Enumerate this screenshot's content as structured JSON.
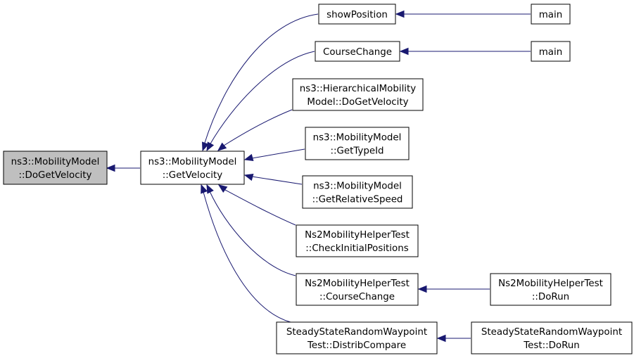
{
  "diagram": {
    "nodes": [
      {
        "id": "n_dogetvelocity",
        "lines": [
          "ns3::MobilityModel",
          "::DoGetVelocity"
        ],
        "current": true
      },
      {
        "id": "n_getvelocity",
        "lines": [
          "ns3::MobilityModel",
          "::GetVelocity"
        ]
      },
      {
        "id": "n_showposition",
        "lines": [
          "showPosition"
        ]
      },
      {
        "id": "n_main1",
        "lines": [
          "main"
        ]
      },
      {
        "id": "n_coursechange",
        "lines": [
          "CourseChange"
        ]
      },
      {
        "id": "n_main2",
        "lines": [
          "main"
        ]
      },
      {
        "id": "n_hier",
        "lines": [
          "ns3::HierarchicalMobility",
          "Model::DoGetVelocity"
        ]
      },
      {
        "id": "n_typeid",
        "lines": [
          "ns3::MobilityModel",
          "::GetTypeId"
        ]
      },
      {
        "id": "n_relspeed",
        "lines": [
          "ns3::MobilityModel",
          "::GetRelativeSpeed"
        ]
      },
      {
        "id": "n_ns2init",
        "lines": [
          "Ns2MobilityHelperTest",
          "::CheckInitialPositions"
        ]
      },
      {
        "id": "n_ns2cc",
        "lines": [
          "Ns2MobilityHelperTest",
          "::CourseChange"
        ]
      },
      {
        "id": "n_ns2dorun",
        "lines": [
          "Ns2MobilityHelperTest",
          "::DoRun"
        ]
      },
      {
        "id": "n_ssdistrib",
        "lines": [
          "SteadyStateRandomWaypoint",
          "Test::DistribCompare"
        ]
      },
      {
        "id": "n_ssdorun",
        "lines": [
          "SteadyStateRandomWaypoint",
          "Test::DoRun"
        ]
      }
    ],
    "edges": [
      {
        "from": "n_getvelocity",
        "to": "n_dogetvelocity"
      },
      {
        "from": "n_showposition",
        "to": "n_getvelocity"
      },
      {
        "from": "n_coursechange",
        "to": "n_getvelocity"
      },
      {
        "from": "n_hier",
        "to": "n_getvelocity"
      },
      {
        "from": "n_typeid",
        "to": "n_getvelocity"
      },
      {
        "from": "n_relspeed",
        "to": "n_getvelocity"
      },
      {
        "from": "n_ns2init",
        "to": "n_getvelocity"
      },
      {
        "from": "n_ns2cc",
        "to": "n_getvelocity"
      },
      {
        "from": "n_ssdistrib",
        "to": "n_getvelocity"
      },
      {
        "from": "n_main1",
        "to": "n_showposition"
      },
      {
        "from": "n_main2",
        "to": "n_coursechange"
      },
      {
        "from": "n_ns2dorun",
        "to": "n_ns2cc"
      },
      {
        "from": "n_ssdorun",
        "to": "n_ssdistrib"
      }
    ],
    "colors": {
      "edge": "#191970",
      "current_fill": "#bfbfbf",
      "node_fill": "#ffffff",
      "node_stroke": "#000000"
    }
  }
}
